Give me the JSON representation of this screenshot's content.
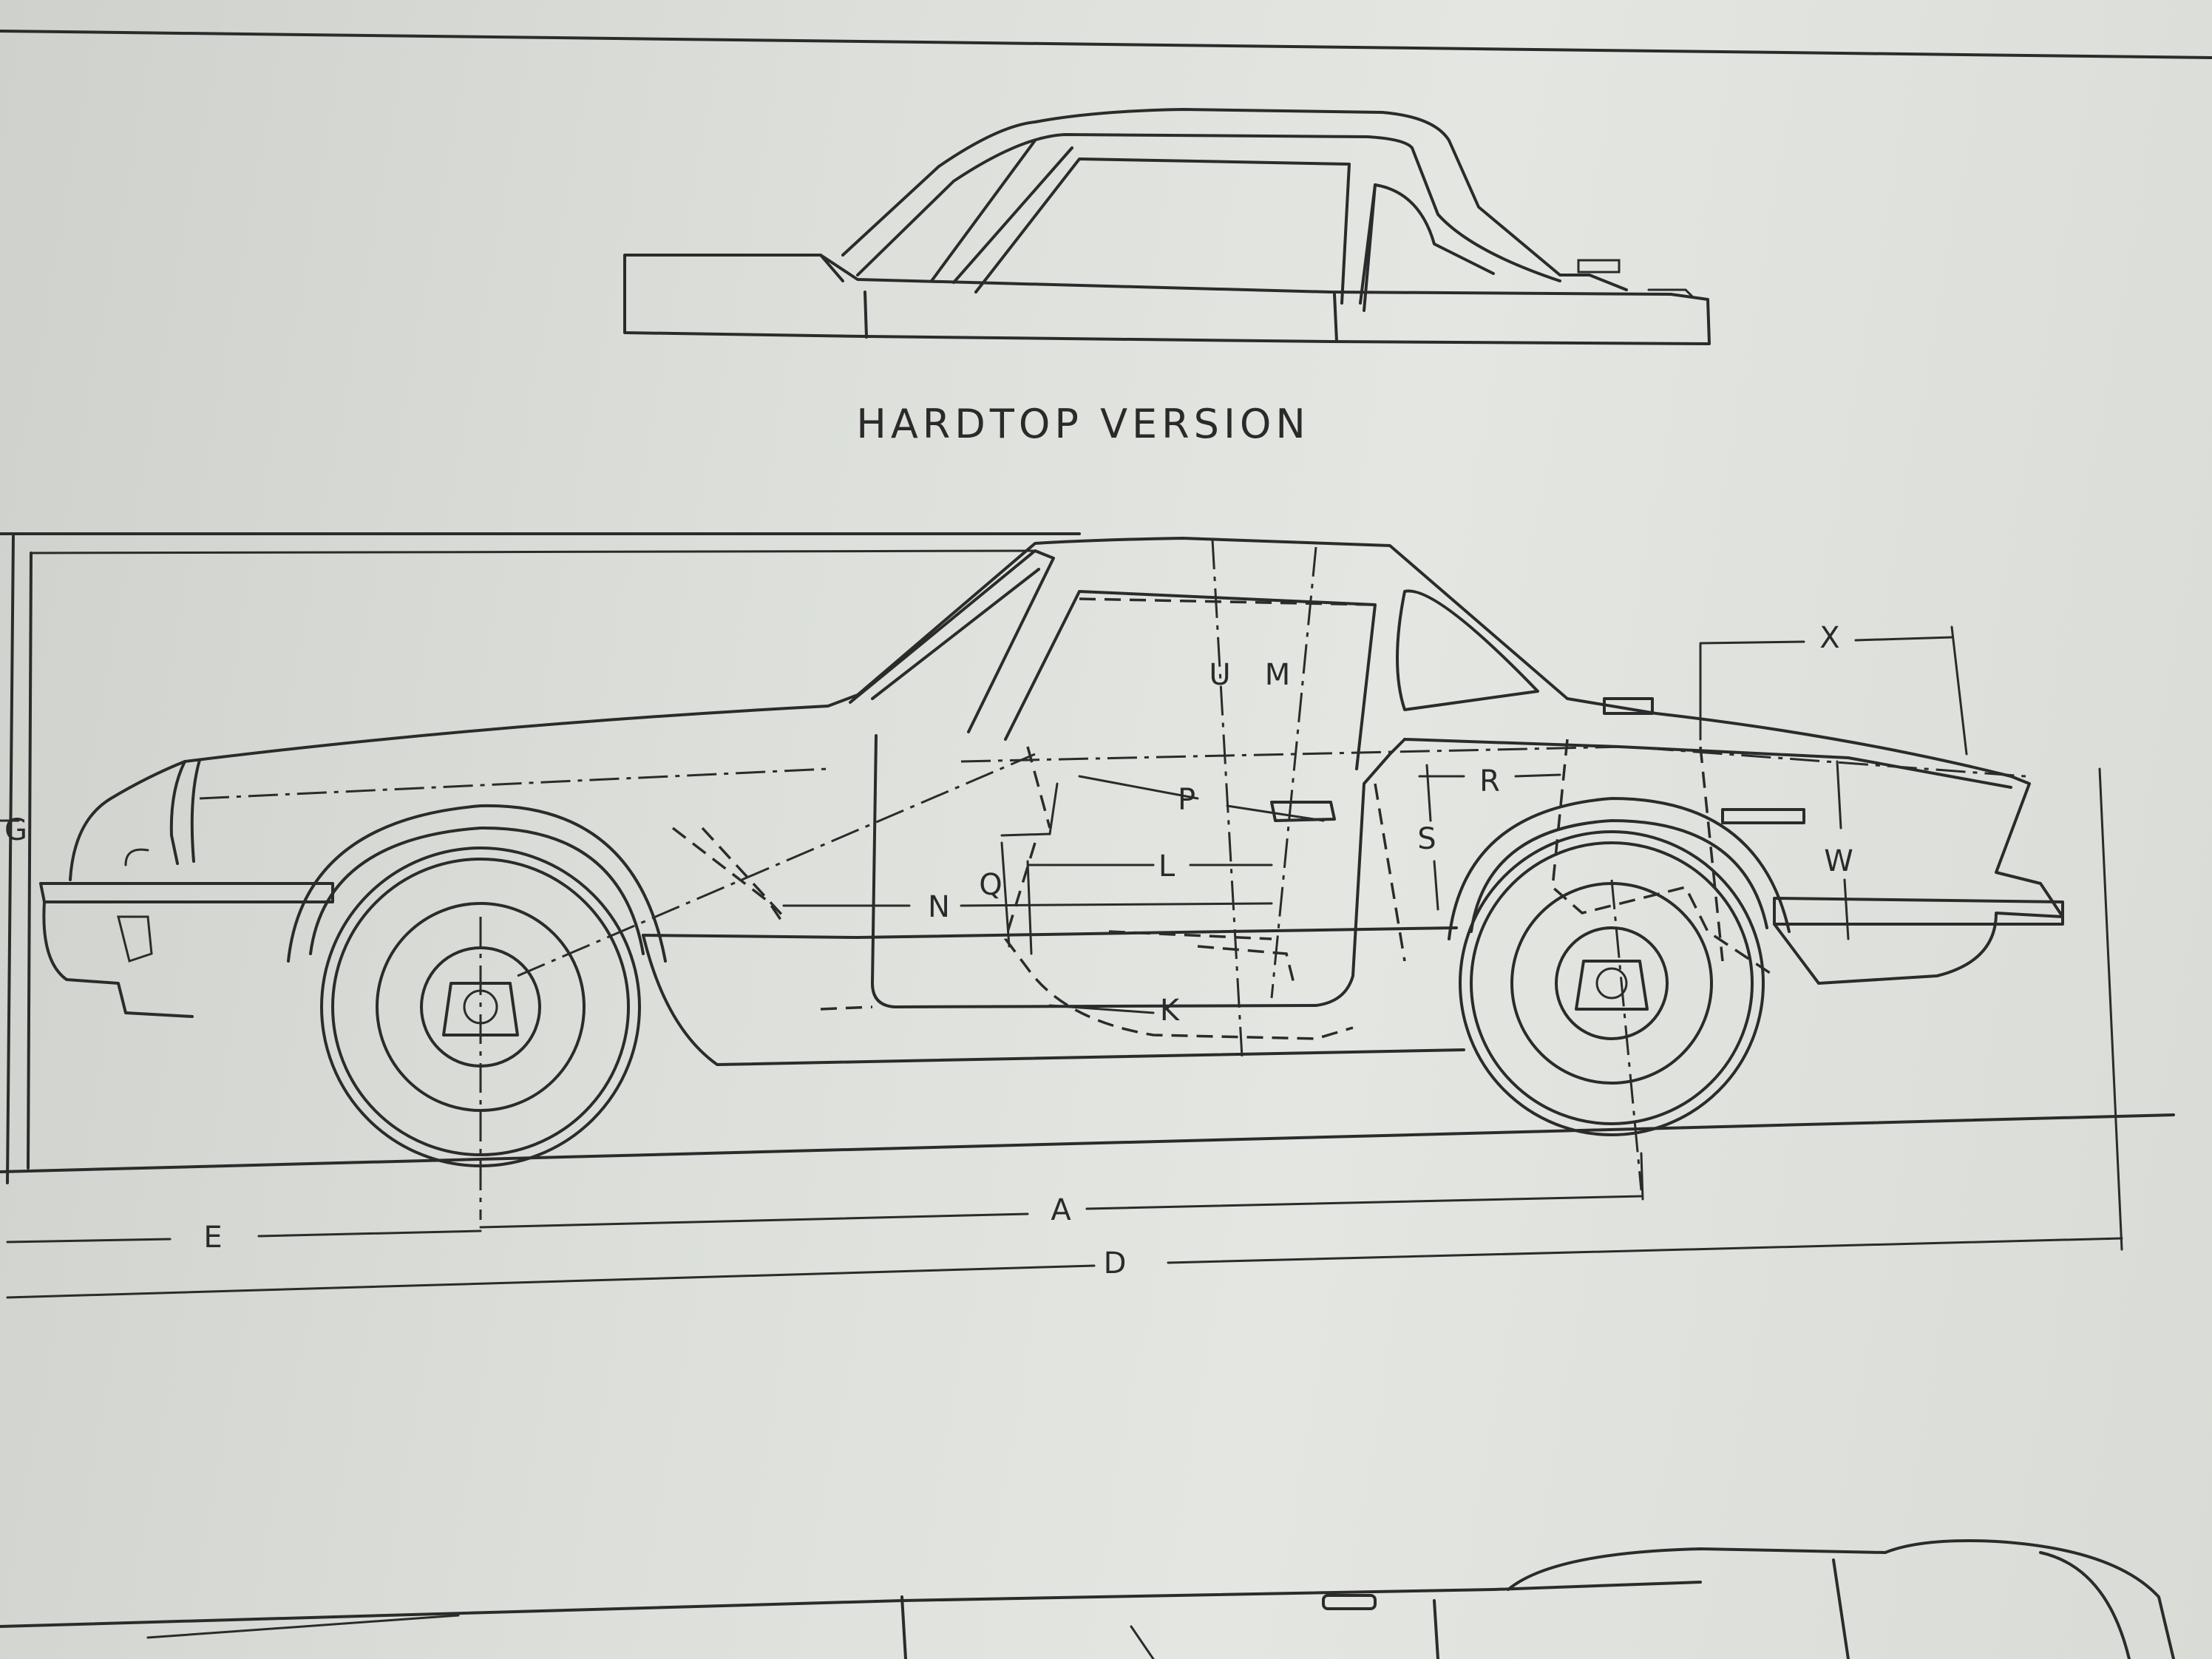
{
  "caption": "HARDTOP VERSION",
  "labels": {
    "G": "G",
    "X": "X",
    "U": "U",
    "M": "M",
    "P": "P",
    "R": "R",
    "S": "S",
    "L": "L",
    "Q": "Q",
    "N": "N",
    "W": "W",
    "K": "K",
    "A": "A",
    "E": "E",
    "D": "D"
  },
  "colors": {
    "ink": "#2b2b2b",
    "paper": "#dcdfda"
  }
}
